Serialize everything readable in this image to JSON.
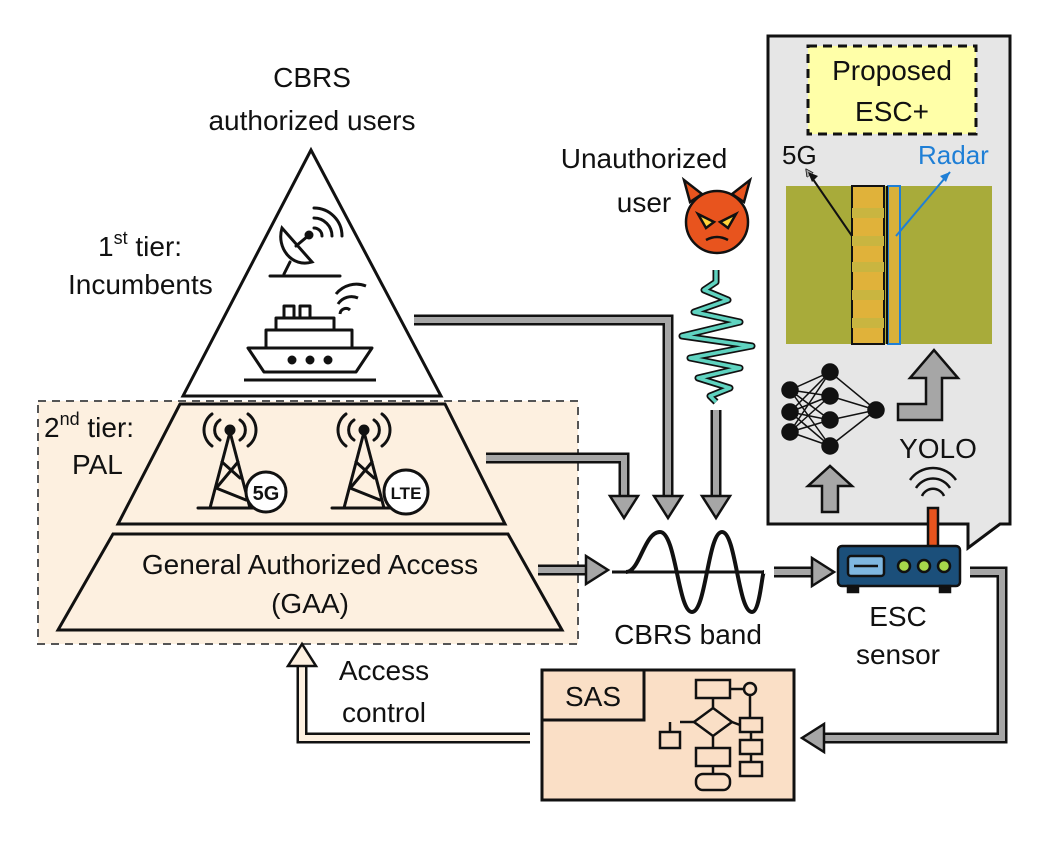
{
  "pyramid": {
    "top_title_line1": "CBRS",
    "top_title_line2": "authorized users",
    "tier1_line1": "1",
    "tier1_sup": "st",
    "tier1_line1_rest": " tier:",
    "tier1_line2": "Incumbents",
    "tier2_line1": "2",
    "tier2_sup": "nd",
    "tier2_line1_rest": " tier:",
    "tier2_line2": "PAL",
    "gaa_line1": "General Authorized Access",
    "gaa_line2": "(GAA)",
    "badge_5g": "5G",
    "badge_lte": "LTE"
  },
  "attacker": {
    "line1": "Unauthorized",
    "line2": "user"
  },
  "band": {
    "label": "CBRS band"
  },
  "esc_sensor": {
    "line1": "ESC",
    "line2": "sensor"
  },
  "sas": {
    "label": "SAS"
  },
  "access": {
    "line1": "Access",
    "line2": "control"
  },
  "callout": {
    "proposed_line1": "Proposed",
    "proposed_line2": "ESC+",
    "label_5g": "5G",
    "label_radar": "Radar",
    "yolo": "YOLO"
  },
  "colors": {
    "tier_fill": "#fdf0e0",
    "sas_fill": "#fadfc6",
    "callout_fill": "#e6e6e6",
    "proposed_fill": "#ffffa8",
    "radar_blue": "#1f7fd6",
    "arrow_gray": "#a6a6a6",
    "wave_teal": "#5fd3c0",
    "devil_orange": "#e8541e",
    "router_blue": "#1b4f7a",
    "spectrogram_green": "#a8ab3a",
    "spectrogram_yellow": "#e0b23a"
  }
}
